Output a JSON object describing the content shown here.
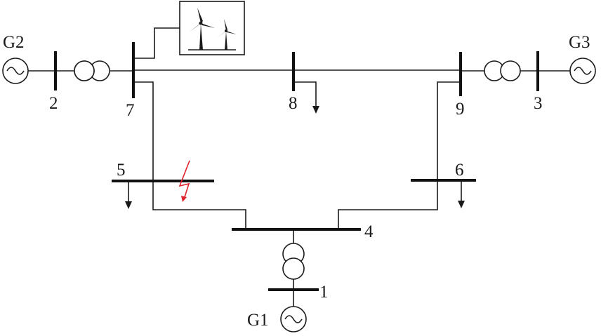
{
  "buses": {
    "b1": "1",
    "b2": "2",
    "b3": "3",
    "b4": "4",
    "b5": "5",
    "b6": "6",
    "b7": "7",
    "b8": "8",
    "b9": "9"
  },
  "generators": {
    "g1": "G1",
    "g2": "G2",
    "g3": "G3"
  },
  "icons": {
    "wind_farm": "wind-turbine-icon",
    "fault": "lightning-fault-icon",
    "generator": "ac-generator-icon",
    "transformer": "two-winding-transformer-icon",
    "load": "load-arrow-icon"
  },
  "colors": {
    "line": "#1a1a1a",
    "fault": "#e0202a"
  }
}
